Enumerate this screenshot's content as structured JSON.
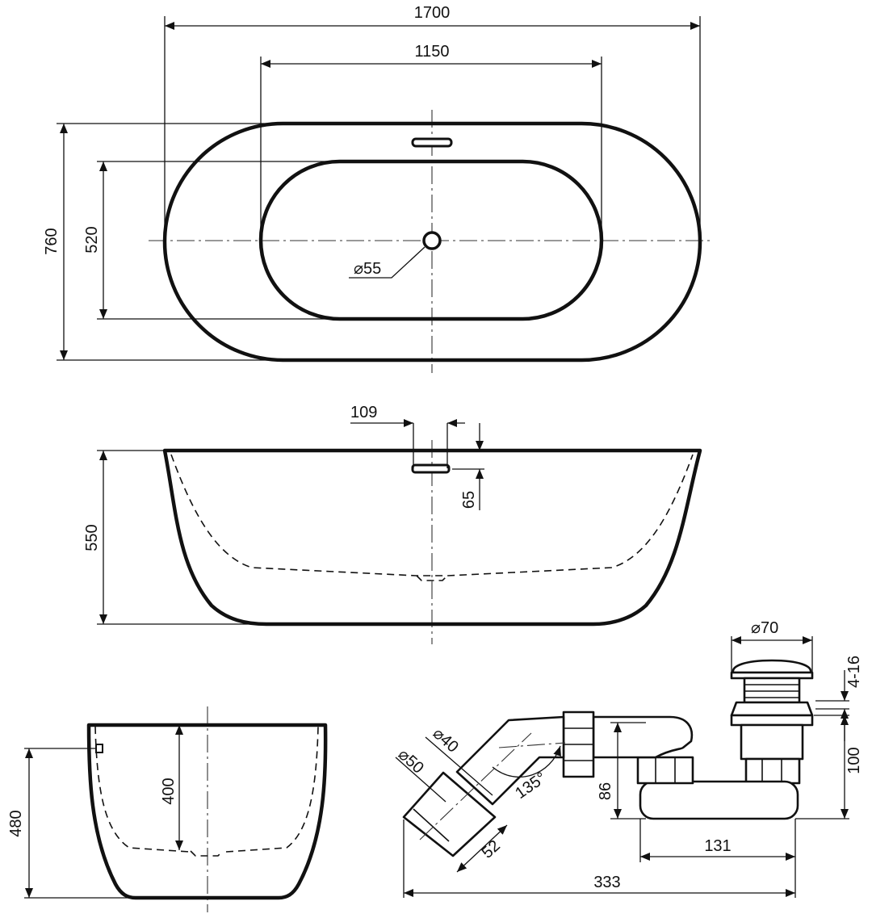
{
  "top_view": {
    "overall_length": "1700",
    "inner_length": "1150",
    "overall_width": "760",
    "inner_width": "520",
    "drain_diameter": "⌀55"
  },
  "front_view": {
    "overflow_offset": "109",
    "overflow_height": "65",
    "height": "550"
  },
  "side_view": {
    "height": "480",
    "inner_depth": "400"
  },
  "siphon": {
    "waste_diameter": "⌀70",
    "plug_adjust": "4-16",
    "height": "100",
    "pipe_inner_diameter": "⌀40",
    "pipe_outer_diameter": "⌀50",
    "angle": "135°",
    "body_height": "86",
    "outlet_length": "52",
    "trap_length": "131",
    "total_length": "333"
  }
}
